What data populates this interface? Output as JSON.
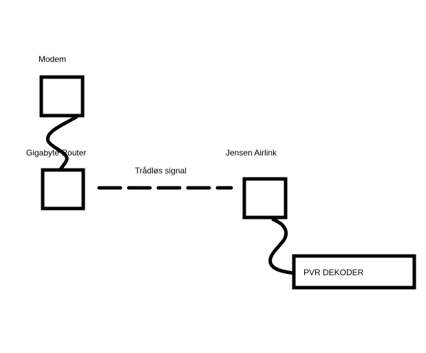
{
  "diagram": {
    "nodes": [
      {
        "id": "modem",
        "label": "Modem"
      },
      {
        "id": "router",
        "label": "Gigabyte Router"
      },
      {
        "id": "airlink",
        "label": "Jensen Airlink"
      },
      {
        "id": "pvr",
        "label": "PVR DEKODER"
      }
    ],
    "edges": [
      {
        "from": "modem",
        "to": "router",
        "style": "cable"
      },
      {
        "from": "router",
        "to": "airlink",
        "style": "dashed",
        "label": "Trådløs signal"
      },
      {
        "from": "airlink",
        "to": "pvr",
        "style": "cable"
      }
    ],
    "colors": {
      "stroke": "#000000",
      "background": "#ffffff"
    }
  }
}
